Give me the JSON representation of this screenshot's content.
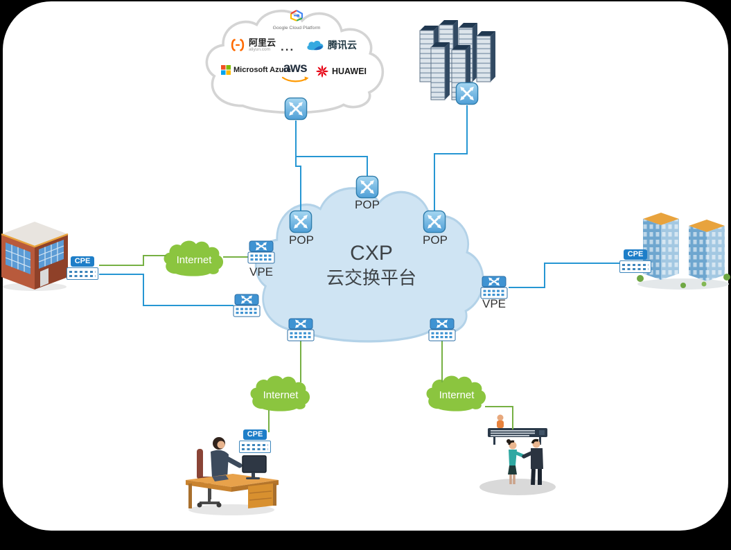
{
  "cxp_cloud": {
    "title": "CXP",
    "subtitle": "云交换平台"
  },
  "providers": {
    "google": {
      "label": "Google Cloud Platform"
    },
    "alibaba": {
      "label": "阿里云",
      "sublabel": "aliyun.com"
    },
    "ellipsis": "...",
    "tencent": {
      "label": "腾讯云"
    },
    "azure": {
      "label": "Microsoft Azure"
    },
    "aws": {
      "label": "aws"
    },
    "huawei": {
      "label": "HUAWEI"
    }
  },
  "nodes": {
    "pop_top": {
      "label": "POP"
    },
    "pop_left": {
      "label": "POP"
    },
    "pop_right": {
      "label": "POP"
    },
    "vpe_left": {
      "label": "VPE"
    },
    "vpe_right": {
      "label": "VPE"
    },
    "cpe_left": {
      "label": "CPE"
    },
    "cpe_right": {
      "label": "CPE"
    },
    "cpe_bottom": {
      "label": "CPE"
    }
  },
  "internet_clouds": {
    "left": {
      "label": "Internet"
    },
    "bottom_left": {
      "label": "Internet"
    },
    "bottom_right": {
      "label": "Internet"
    }
  },
  "icons": {
    "pop": "router-crossed-arrows-icon",
    "vpe": "switch-ports-icon",
    "cpe": "customer-edge-device-icon",
    "internet": "cloud-icon"
  },
  "colors": {
    "line_blue": "#2696d3",
    "line_green": "#76b043",
    "internet_green": "#8bc53f",
    "cxp_cloud_fill": "#cfe4f3",
    "router_blue": "#4f9fd6",
    "cpe_tag_blue": "#1e7ec8",
    "huawei_red": "#e60012",
    "aws_orange": "#ff9900",
    "alibaba_orange": "#ff6a00"
  }
}
